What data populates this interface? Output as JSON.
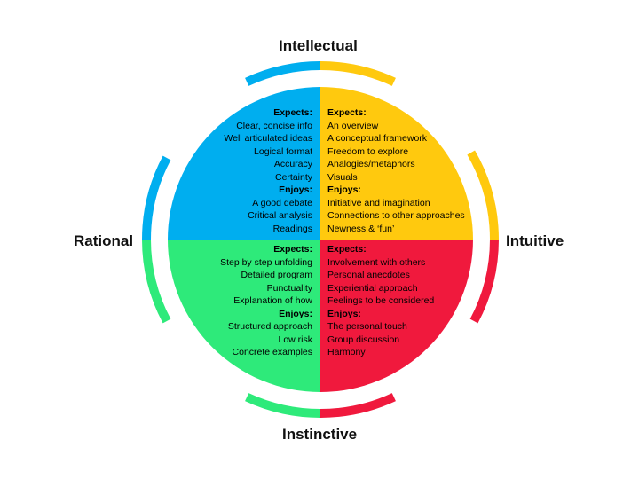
{
  "colors": {
    "rational_intellectual": "#00AEEF",
    "intellectual_intuitive": "#FFC90E",
    "rational_instinctive": "#2EEA7A",
    "intuitive_instinctive": "#F0193D"
  },
  "labels": {
    "top": "Intellectual",
    "bottom": "Instinctive",
    "left": "Rational",
    "right": "Intuitive"
  },
  "quadrants": {
    "top_left": [
      {
        "text": "Expects:",
        "head": true
      },
      {
        "text": "Clear, concise info"
      },
      {
        "text": "Well articulated ideas"
      },
      {
        "text": "Logical format"
      },
      {
        "text": "Accuracy"
      },
      {
        "text": "Certainty"
      },
      {
        "text": "Enjoys:",
        "head": true
      },
      {
        "text": "A good debate"
      },
      {
        "text": "Critical analysis"
      },
      {
        "text": "Readings"
      }
    ],
    "top_right": [
      {
        "text": "Expects:",
        "head": true
      },
      {
        "text": "An overview"
      },
      {
        "text": "A conceptual framework"
      },
      {
        "text": "Freedom to explore"
      },
      {
        "text": "Analogies/metaphors"
      },
      {
        "text": "Visuals"
      },
      {
        "text": "Enjoys:",
        "head": true
      },
      {
        "text": "Initiative and imagination"
      },
      {
        "text": "Connections to other approaches"
      },
      {
        "text": "Newness & ‘fun’"
      }
    ],
    "bottom_left": [
      {
        "text": "Expects:",
        "head": true
      },
      {
        "text": "Step by step unfolding"
      },
      {
        "text": "Detailed program"
      },
      {
        "text": "Punctuality"
      },
      {
        "text": "Explanation of how"
      },
      {
        "text": "Enjoys:",
        "head": true
      },
      {
        "text": "Structured approach"
      },
      {
        "text": "Low risk"
      },
      {
        "text": "Concrete examples"
      }
    ],
    "bottom_right": [
      {
        "text": "Expects:",
        "head": true
      },
      {
        "text": "Involvement with others"
      },
      {
        "text": "Personal anecdotes"
      },
      {
        "text": "Experiential approach"
      },
      {
        "text": "Feelings to be considered"
      },
      {
        "text": "Enjoys:",
        "head": true
      },
      {
        "text": "The personal touch"
      },
      {
        "text": "Group discussion"
      },
      {
        "text": "Harmony"
      }
    ]
  }
}
